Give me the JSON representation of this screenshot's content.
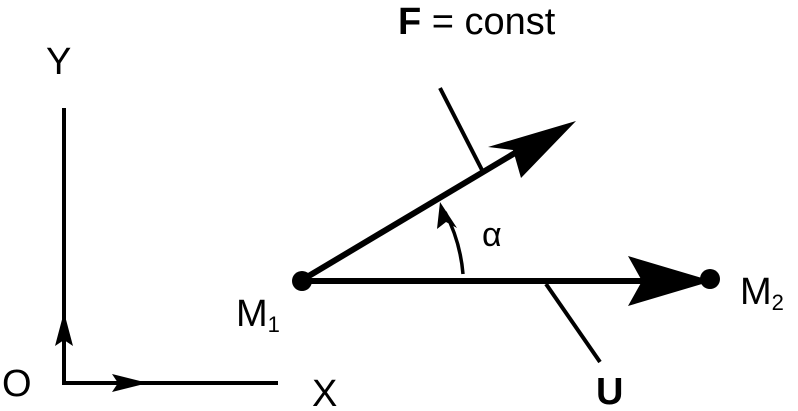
{
  "diagram": {
    "force_symbol": "F",
    "force_equation": " = const",
    "y_axis_label": "Y",
    "x_axis_label": "X",
    "origin_label": "O",
    "angle_label": "α",
    "point1_label": "M",
    "point1_subscript": "1",
    "point2_label": "M",
    "point2_subscript": "2",
    "line_label": "U",
    "ink_color": "#000000"
  }
}
